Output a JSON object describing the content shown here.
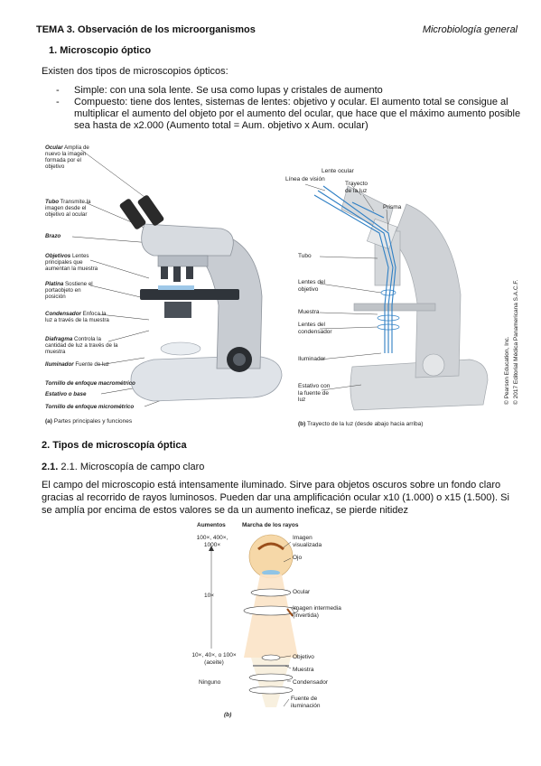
{
  "header": {
    "title": "TEMA 3. Observación de los microorganismos",
    "course": "Microbiología general"
  },
  "section1": {
    "heading": "1. Microscopio óptico",
    "intro": "Existen dos tipos de microscopios ópticos:",
    "items": [
      "Simple: con una sola lente. Se usa como lupas y cristales de aumento",
      "Compuesto: tiene dos lentes, sistemas de lentes: objetivo y ocular. El aumento total se consigue al multiplicar el aumento del objeto por el aumento del ocular, que hace que el máximo aumento posible sea hasta de x2.000 (Aumento total = Aum. objetivo x Aum. ocular)"
    ]
  },
  "figure_a": {
    "labels": [
      {
        "term": "Ocular",
        "desc": "Amplía de nuevo la imagen formada por el objetivo"
      },
      {
        "term": "Tubo",
        "desc": "Transmite la imagen desde el objetivo al ocular"
      },
      {
        "term": "Brazo",
        "desc": ""
      },
      {
        "term": "Objetivos",
        "desc": "Lentes principales que aumentan la muestra"
      },
      {
        "term": "Platina",
        "desc": "Sostiene el portaobjeto en posición"
      },
      {
        "term": "Condensador",
        "desc": "Enfoca la luz a través de la muestra"
      },
      {
        "term": "Diafragma",
        "desc": "Controla la cantidad de luz a través de la muestra"
      },
      {
        "term": "Iluminador",
        "desc": "Fuente de luz"
      },
      {
        "term": "Tornillo de enfoque macrométrico",
        "desc": ""
      },
      {
        "term": "Estativo o base",
        "desc": ""
      },
      {
        "term": "Tornillo de enfoque micrométrico",
        "desc": ""
      }
    ],
    "caption_letter": "(a)",
    "caption": "Partes principales y funciones"
  },
  "figure_b": {
    "labels": [
      "Lente ocular",
      "Línea de visión",
      "Trayecto de la luz",
      "Prisma",
      "Tubo",
      "Lentes del objetivo",
      "Muestra",
      "Lentes del condensador",
      "Iluminador",
      "Estativo con la fuente de luz"
    ],
    "caption_letter": "(b)",
    "caption": "Trayecto de la luz (desde abajo hacia arriba)",
    "copyright_1": "© Pearson Education, Inc.",
    "copyright_2": "© 2017 Editorial Médica Panamericana S.A.C.F."
  },
  "section2": {
    "heading": "2. Tipos de microscopía óptica",
    "subheading": "2.1. Microscopía de campo claro",
    "paragraph": "El campo del microscopio está intensamente iluminado. Sirve para objetos oscuros sobre un fondo claro gracias al recorrido de rayos luminosos. Pueden dar una amplificación ocular x10 (1.000) o x15 (1.500). Si se amplía por encima de estos valores se da un aumento ineficaz, se pierde nitidez"
  },
  "figure_c": {
    "col_aumentos": "Aumentos",
    "col_rayos": "Marcha de los rayos",
    "aum_top": "100×, 400×, 1000×",
    "aum_mid": "10×",
    "aum_low": "10×, 40×, o 100× (aceite)",
    "aum_none": "Ninguno",
    "labels": [
      "Imagen visualizada",
      "Ojo",
      "Ocular",
      "Imagen intermedia (invertida)",
      "Objetivo",
      "Muestra",
      "Condensador",
      "Fuente de iluminación"
    ],
    "caption_letter": "(b)"
  },
  "colors": {
    "ray_blue": "#2e7fc4",
    "microscope_gray": "#c8ccd2",
    "ray_orange": "#f2c08a"
  }
}
